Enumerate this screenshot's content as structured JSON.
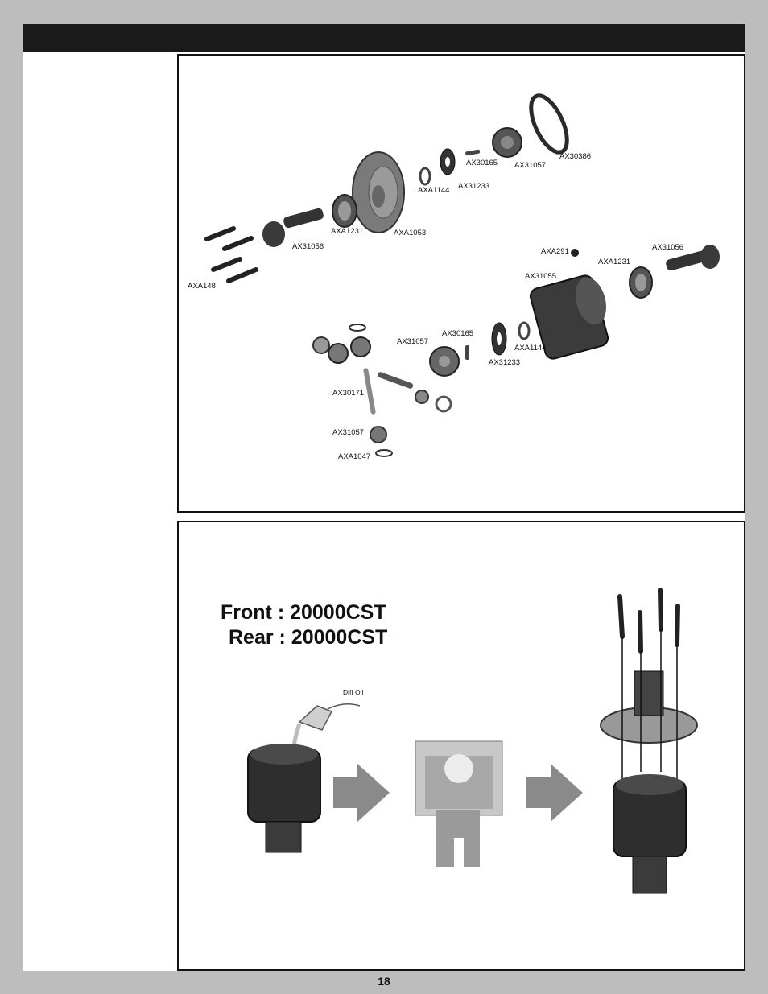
{
  "page_number": "18",
  "exploded_view": {
    "part_labels": [
      "AX30386",
      "AX30165",
      "AX31057",
      "AXA1144",
      "AX31233",
      "AXA1231",
      "AXA1053",
      "AX31056",
      "AXA148",
      "AXA291",
      "AX31056",
      "AXA1231",
      "AX31055",
      "AX30165",
      "AX31057",
      "AXA1144",
      "AX31233",
      "AX30171",
      "AX31057",
      "AXA1047"
    ]
  },
  "oil_fill": {
    "front": "Front : 20000CST",
    "rear": "Rear : 20000CST",
    "oil_label": "Diff Oil"
  }
}
